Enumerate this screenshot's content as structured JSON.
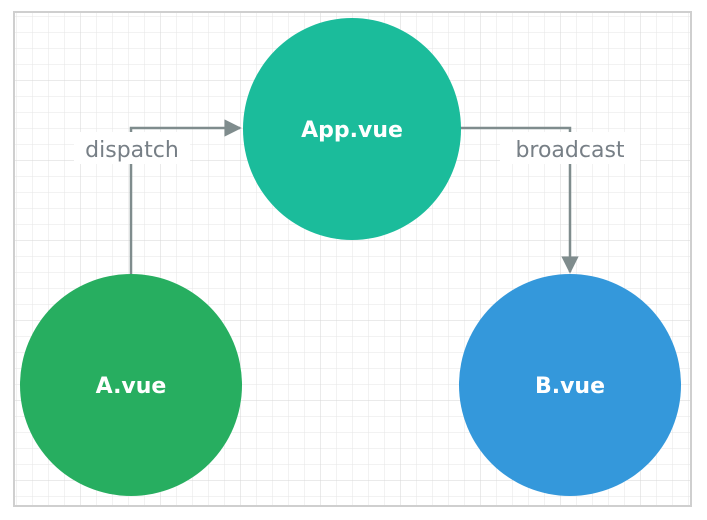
{
  "diagram": {
    "nodes": {
      "app": {
        "label": "App.vue",
        "color": "#1bbc9b"
      },
      "a": {
        "label": "A.vue",
        "color": "#27ae60"
      },
      "b": {
        "label": "B.vue",
        "color": "#3498db"
      }
    },
    "edges": {
      "dispatch": {
        "label": "dispatch",
        "from": "A.vue",
        "to": "App.vue"
      },
      "broadcast": {
        "label": "broadcast",
        "from": "App.vue",
        "to": "B.vue"
      }
    },
    "colors": {
      "edge": "#7f8c8d",
      "grid": "#e3e3e3",
      "frame": "#cfcfcf"
    }
  }
}
